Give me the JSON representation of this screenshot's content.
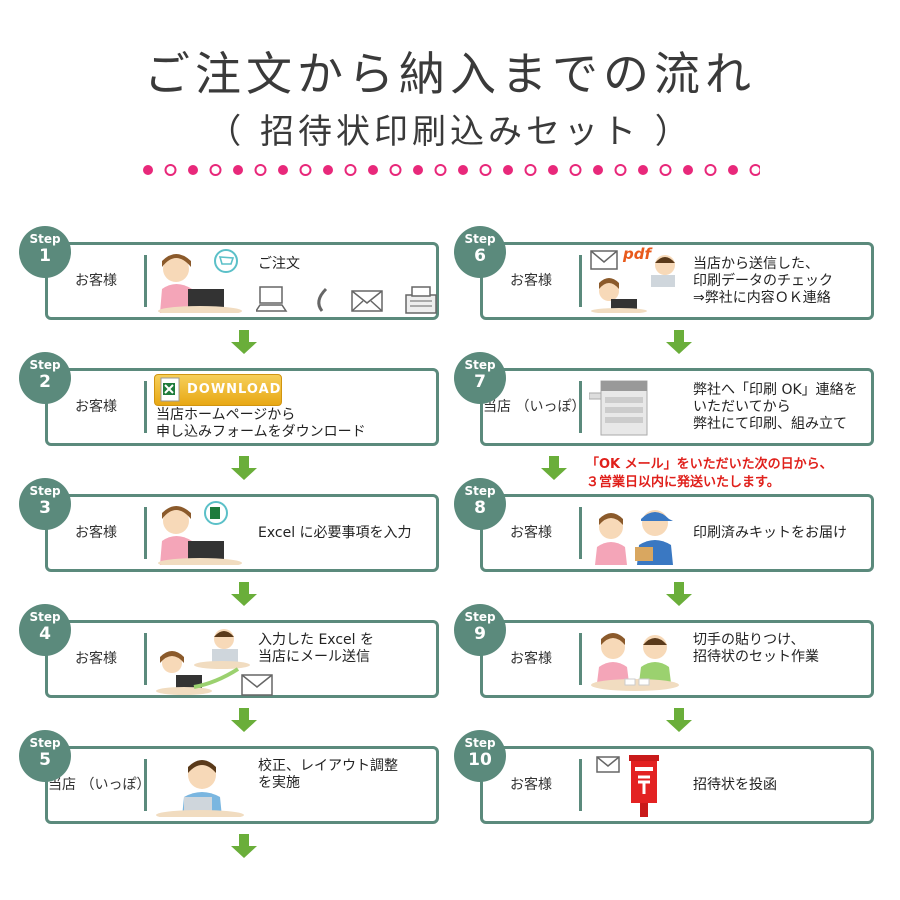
{
  "title": "ご注文から納入までの流れ",
  "subtitle": "（ 招待状印刷込みセット ）",
  "step_prefix": "Step",
  "download_label": "DOWNLOAD",
  "steps": [
    {
      "num": "1",
      "who": "お客様",
      "text": "ご注文"
    },
    {
      "num": "2",
      "who": "お客様",
      "text": "当店ホームページから\n申し込みフォームをダウンロード"
    },
    {
      "num": "3",
      "who": "お客様",
      "text": "Excel に必要事項を入力"
    },
    {
      "num": "4",
      "who": "お客様",
      "text": "入力した Excel を\n当店にメール送信"
    },
    {
      "num": "5",
      "who": "当店\n（いっぽ）",
      "text": "校正、レイアウト調整\nを実施"
    },
    {
      "num": "6",
      "who": "お客様",
      "text": "当店から送信した、\n印刷データのチェック\n⇒弊社に内容ＯＫ連絡"
    },
    {
      "num": "7",
      "who": "当店\n（いっぽ）",
      "text": "弊社へ「印刷 OK」連絡を\nいただいてから\n弊社にて印刷、組み立て"
    },
    {
      "num": "8",
      "who": "お客様",
      "text": "印刷済みキットをお届け"
    },
    {
      "num": "9",
      "who": "お客様",
      "text": "切手の貼りつけ、\n招待状のセット作業"
    },
    {
      "num": "10",
      "who": "お客様",
      "text": "招待状を投函"
    }
  ],
  "step6_pdf_label": "pdf",
  "note": "「OK メール」をいただいた次の日から、\n３営業日以内に発送いたします。",
  "colors": {
    "accent": "#5b8a7c",
    "arrow": "#6aae3a",
    "dot": "#e8287a",
    "note": "#e0201b"
  }
}
